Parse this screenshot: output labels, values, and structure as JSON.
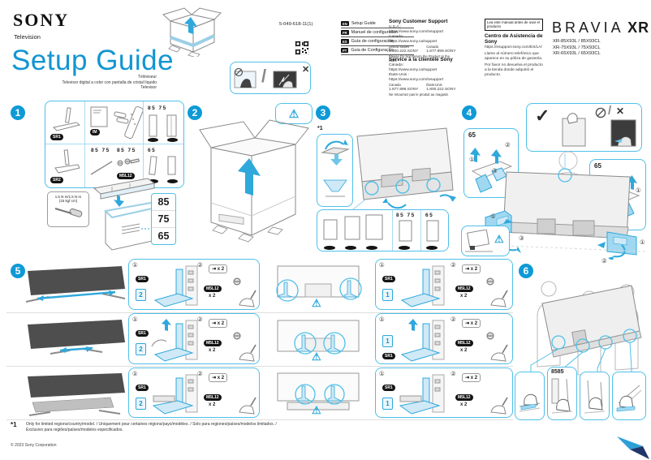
{
  "colors": {
    "accent": "#1295d2",
    "cyan_border": "#4fc0e8",
    "arrow_blue": "#2fa8dc",
    "light_blue": "#cfe9f6",
    "silhouette": "#4e4e4e",
    "badge_black": "#141414",
    "navy_logo": "#20366b"
  },
  "header": {
    "brand": "SONY",
    "product": "Television",
    "title": "Setup Guide",
    "subtitles": [
      "Téléviseur",
      "Televisor digital a color con pantalla de cristal líquido",
      "Televisor"
    ],
    "part_number": "5-049-618-11(1)",
    "languages": [
      {
        "code": "EN",
        "label": "Setup Guide"
      },
      {
        "code": "FR",
        "label": "Manuel de configuration"
      },
      {
        "code": "ES",
        "label": "Guía de configuración"
      },
      {
        "code": "PT",
        "label": "Guia de Configuração"
      }
    ],
    "support_en": {
      "title": "Sony Customer Support",
      "region1": "U.S.A.:",
      "url1": "https://www.sony.com/tvsupport",
      "region2": "Canada:",
      "url2": "https://www.sony.ca/support",
      "col1_head": "United States",
      "col2_head": "Canada",
      "col1_phone": "1.800.222.SONY",
      "col2_phone": "1.877.899.SONY",
      "note": "Please Do Not Return the Product to the Store"
    },
    "support_fr": {
      "title": "Service à la clientèle Sony",
      "region1": "Canada :",
      "url1": "https://www.sony.ca/support",
      "region2": "États-Unis :",
      "url2": "https://www.sony.com/tvsupport",
      "col1_head": "Canada",
      "col2_head": "États-Unis",
      "col1_phone": "1.877.899.SONY",
      "col2_phone": "1.800.222.SONY",
      "note": "Ne retournez pas le produit au magasin"
    },
    "support_es": {
      "notice": "Lea este manual antes de usar el producto",
      "title": "Centro de Asistencia de Sony",
      "url": "https://esupport.sony.com/ES/LA/",
      "line1": "Llame al número telefónico que aparece en su póliza de garantía.",
      "line2": "Por favor no devuelva el producto a la tienda donde adquirió el producto."
    },
    "bravia": "BRAVIA",
    "xr": "XR",
    "models": [
      "XR-85X93L / 85X93CL",
      "XR-75X93L / 75X93CL",
      "XR-65X93L / 65X93CL"
    ]
  },
  "steps": {
    "s1": {
      "num": "1",
      "sr1": "SR1",
      "sr2": "SR2",
      "im": "IM",
      "sizes_8575": "85 75",
      "size_65": "65",
      "screw_badge": "M5L12",
      "torque1": "1.5 N·m/1.5 N·m",
      "torque2": "{15 kgf·cm}",
      "size_85": "85",
      "size_75": "75",
      "size_65b": "65"
    },
    "s2": {
      "num": "2"
    },
    "s3": {
      "num": "3",
      "note": "*1",
      "sizes_8575": "85 75",
      "size_65": "65"
    },
    "s4": {
      "num": "4",
      "inset_size": "65",
      "n1": "①",
      "n2": "②",
      "n3": "③"
    },
    "s5": {
      "num": "5",
      "p1": "①",
      "p2": "②",
      "x2": "x 2",
      "screw": "M5L12",
      "stand": "SR1",
      "posA": "2",
      "posB": "1",
      "screw_icon": "⇥"
    },
    "s6": {
      "num": "6",
      "label": "8585"
    }
  },
  "icons": {
    "check": "✓",
    "cross": "✕",
    "slash": "/",
    "warning": "⚠"
  },
  "footer": {
    "mark": "*1",
    "note": "Only for limited regions/country/model. / Uniquement pour certaines régions/pays/modèles. / Solo para regiones/países/modelos limitados. / Exclusivo para regiões/países/modelos especificados.",
    "copyright": "© 2023 Sony Corporation"
  }
}
